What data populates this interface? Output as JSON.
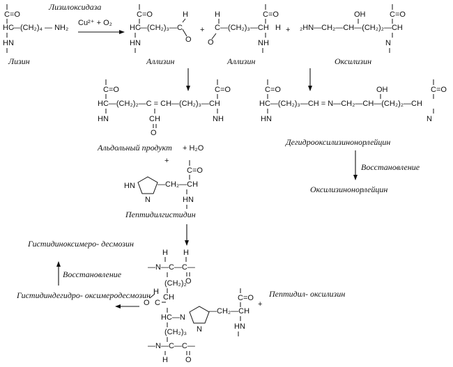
{
  "names": {
    "lysine": "Лизин",
    "enzyme": "Лизилоксидаза",
    "cofactor": "Cu²⁺ + O₂",
    "allysine_1": "Аллизин",
    "allysine_2": "Аллизин",
    "oxylysine": "Оксилизин",
    "aldol_product": "Альдольный продукт",
    "water": "+ H₂O",
    "dehydro": "Дегидрооксилизинонорлейцин",
    "reduction_1": "Восстановление",
    "oxylysinonorleucine": "Оксилизинонорлейцин",
    "peptidylhistidine": "Пептидилгистидин",
    "histidinoxymerodesmosine": "Гистидиноксимеро- десмозин",
    "reduction_2": "Восстановление",
    "histidinodehydro": "Гистидиндегидро- оксимеродесмозин",
    "peptidyl_oxylysine": "Пептидил- оксилизин"
  },
  "formula": {
    "lysine_chain": "—(CH₂)₄ — NH₂",
    "allysine1_chain": "—(CH₂)₃—C",
    "allysine2_chain": "C—(CH₂)₃—CH",
    "oxylysine_chain": "₂HN—CH₂—CH—(CH₂)₂—CH",
    "aldol_chain": "HC—(CH₂)₂—C = CH—(CH₂)₃—CH",
    "dehydro_chain": "HC—(CH₂)₃—CH = N—CH₂—CH—(CH₂)₂—CH",
    "histidine_chain": "—CH₂—CH",
    "bottom_center_chain": "HC—N",
    "bottom_peptidyl_chain": "—CH₂—CH",
    "co": "C=O",
    "ch": "CH",
    "hc": "HC",
    "c": "C",
    "nh": "HN",
    "nh_r": "NH",
    "o": "O",
    "h": "H",
    "oh": "OH",
    "plus": "+",
    "n_label": "N",
    "hn_ring": "HN",
    "n_ring": "N",
    "dash_nh_c_c": "—N—C—C—",
    "ch2_2": "(CH₂)₂",
    "ch2_3": "(CH₂)₃"
  }
}
